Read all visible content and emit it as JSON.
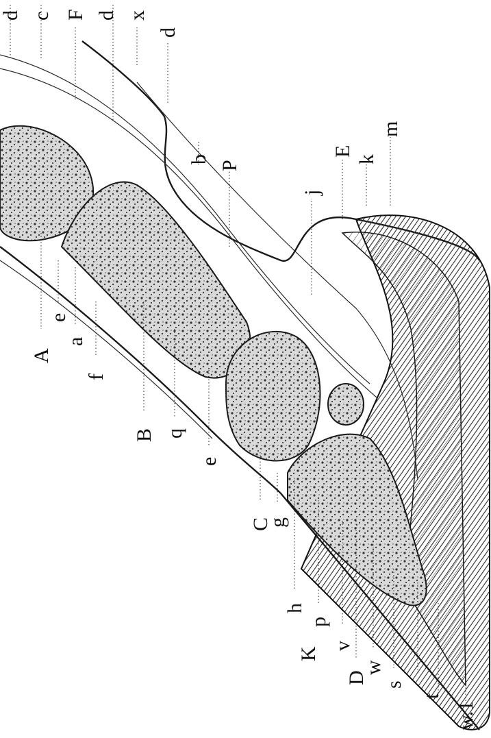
{
  "labels": {
    "d_top": "d",
    "c": "c",
    "F": "F",
    "d_mid": "d",
    "x": "x",
    "d_lower": "d",
    "b": "b",
    "E": "E",
    "m": "m",
    "P": "P",
    "k": "k",
    "j": "j",
    "A": "A",
    "e": "e",
    "a": "a",
    "f": "f",
    "B": "B",
    "q": "q",
    "e2": "e",
    "C": "C",
    "g": "g",
    "h": "h",
    "p": "p",
    "K": "K",
    "v": "v",
    "D": "D",
    "w": "w",
    "s": "s",
    "t": "t",
    "w1": "w.1"
  },
  "colors": {
    "ink": "#1a1a1a",
    "hatch": "#3a3a3a",
    "paper": "#ffffff"
  }
}
